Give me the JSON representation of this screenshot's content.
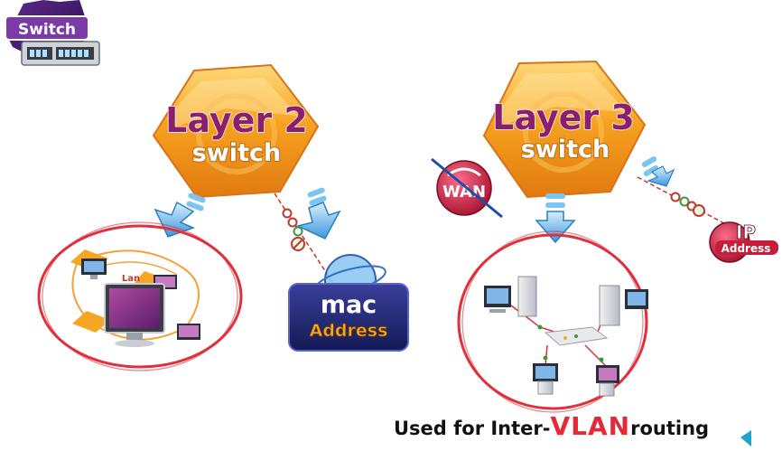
{
  "badge": {
    "label": "Switch"
  },
  "layer2": {
    "title": "Layer 2",
    "subtitle": "switch",
    "lan_label": "Lan"
  },
  "mac": {
    "line1": "mac",
    "line2": "Address"
  },
  "layer3": {
    "title": "Layer 3",
    "subtitle": "switch"
  },
  "wan": {
    "label": "WAN"
  },
  "ip": {
    "line1": "IP",
    "line2": "Address"
  },
  "caption": {
    "prefix": "Used for Inter-",
    "highlight": "VLAN",
    "suffix": " routing"
  },
  "colors": {
    "hexagon": "#f5a623",
    "title_purple": "#8b1f6e",
    "ring_red": "#e0303c",
    "arrow_blue": "#4aa8e6",
    "caption_accent": "#e32a36"
  }
}
